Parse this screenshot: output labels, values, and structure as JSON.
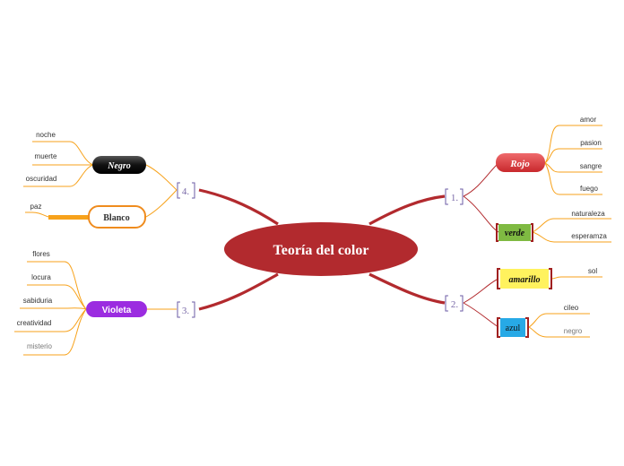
{
  "diagram": {
    "title": "Teoría del color",
    "branches": [
      {
        "number": "1.",
        "topics": [
          {
            "label": "Rojo",
            "leaves": [
              "amor",
              "pasion",
              "sangre",
              "fuego"
            ]
          },
          {
            "label": "verde",
            "leaves": [
              "naturaleza",
              "esperamza"
            ]
          }
        ]
      },
      {
        "number": "2.",
        "topics": [
          {
            "label": "amarillo",
            "leaves": [
              "sol"
            ]
          },
          {
            "label": "azul",
            "leaves": [
              "cileo",
              "negro"
            ]
          }
        ]
      },
      {
        "number": "3.",
        "topics": [
          {
            "label": "Violeta",
            "leaves": [
              "flores",
              "locura",
              "sabiduria",
              "creatividad",
              "misterio"
            ]
          }
        ]
      },
      {
        "number": "4.",
        "topics": [
          {
            "label": "Negro",
            "leaves": [
              "noche",
              "muerte",
              "oscuridad"
            ]
          },
          {
            "label": "Blanco",
            "leaves": [
              "paz"
            ]
          }
        ]
      }
    ]
  },
  "colors": {
    "central": "#b22a2e",
    "main_connector": "#b22a2e",
    "leaf_line": "#f7a21b",
    "rojo": "#dd3b3f",
    "verde": "#7fba42",
    "amarillo": "#fff25e",
    "azul": "#27a9e6",
    "violeta": "#9b2ce0",
    "negro": "#1a1a1a",
    "blanco_border": "#ef8c1e",
    "bracket": "#6b5ba5"
  }
}
